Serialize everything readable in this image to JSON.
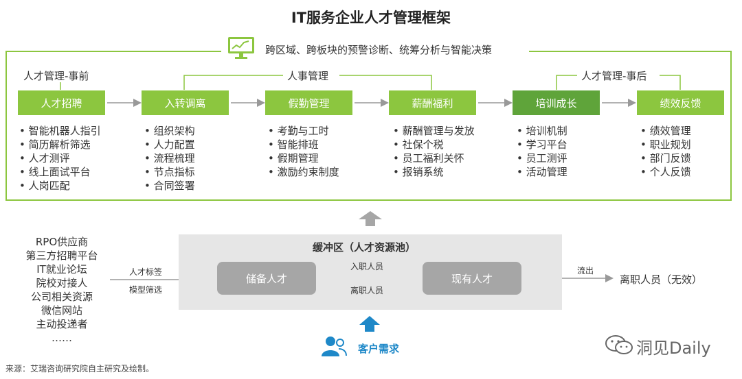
{
  "title": "IT服务企业人才管理框架",
  "banner": "跨区域、跨板块的预警诊断、统筹分析与智能决策",
  "phases": {
    "before": "人才管理-事前",
    "hr": "人事管理",
    "after": "人才管理-事后"
  },
  "modules": [
    {
      "label": "人才招聘",
      "items": [
        "智能机器人指引",
        "简历解析筛选",
        "人才测评",
        "线上面试平台",
        "人岗匹配"
      ]
    },
    {
      "label": "入转调离",
      "items": [
        "组织架构",
        "人力配置",
        "流程梳理",
        "节点指标",
        "合同签署"
      ]
    },
    {
      "label": "假勤管理",
      "items": [
        "考勤与工时",
        "智能排班",
        "假期管理",
        "激励约束制度"
      ]
    },
    {
      "label": "薪酬福利",
      "items": [
        "薪酬管理与发放",
        "社保个税",
        "员工福利关怀",
        "报销系统"
      ]
    },
    {
      "label": "培训成长",
      "items": [
        "培训机制",
        "学习平台",
        "员工测评",
        "活动管理"
      ]
    },
    {
      "label": "绩效反馈",
      "items": [
        "绩效管理",
        "职业规划",
        "部门反馈",
        "个人反馈"
      ]
    }
  ],
  "sources": [
    "RPO供应商",
    "第三方招聘平台",
    "IT就业论坛",
    "院校对接人",
    "公司相关资源",
    "微信网站",
    "主动投递者",
    "……"
  ],
  "source_arrow": {
    "top": "人才标签",
    "bottom": "模型筛选"
  },
  "buffer": {
    "title": "缓冲区（人才资源池）",
    "reserve": "储备人才",
    "current": "现有人才",
    "to_current": "入职人员",
    "to_reserve": "离职人员"
  },
  "outflow": {
    "label": "流出",
    "target": "离职人员（无效）"
  },
  "customer": "客户需求",
  "footer": "来源：艾瑞咨询研究院自主研究及绘制。",
  "watermark": "洞见Daily",
  "colors": {
    "green": "#8cc63f",
    "dark_green": "#5fa43a",
    "grey": "#a6a6a6",
    "buffer_bg": "#e6e6e6",
    "blue": "#1e88c8"
  }
}
